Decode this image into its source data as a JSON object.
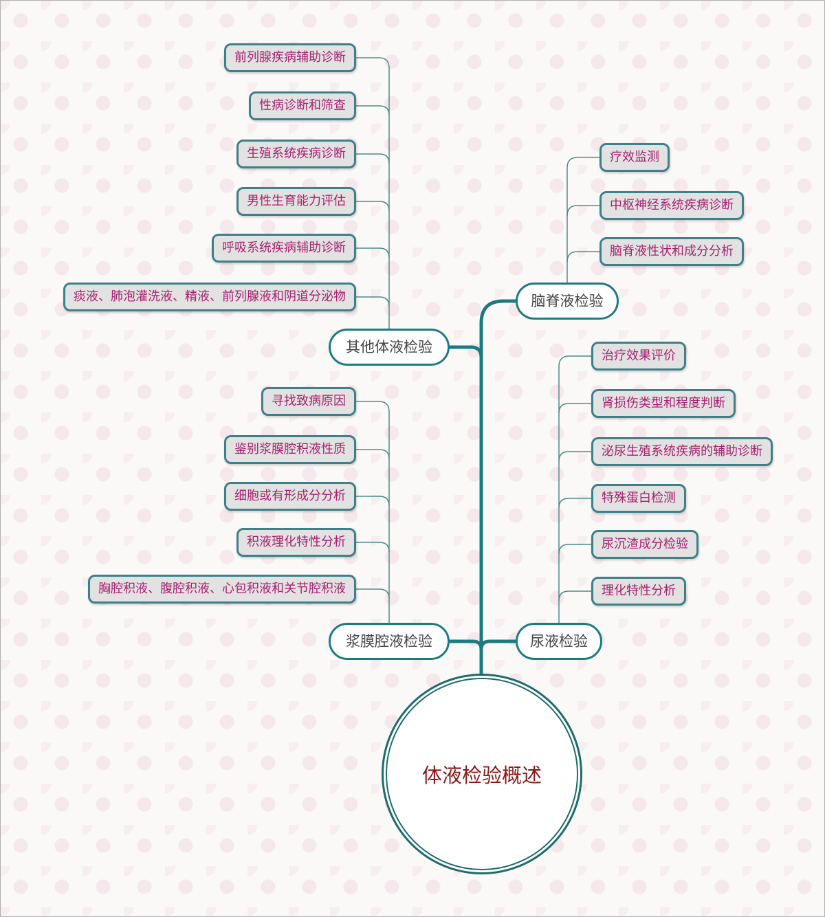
{
  "root": {
    "label": "体液检验概述"
  },
  "branches": {
    "csf": {
      "label": "脑脊液检验",
      "items": [
        "疗效监测",
        "中枢神经系统疾病诊断",
        "脑脊液性状和成分分析"
      ]
    },
    "other": {
      "label": "其他体液检验",
      "items": [
        "前列腺疾病辅助诊断",
        "性病诊断和筛查",
        "生殖系统疾病诊断",
        "男性生育能力评估",
        "呼吸系统疾病辅助诊断",
        "痰液、肺泡灌洗液、精液、前列腺液和阴道分泌物"
      ]
    },
    "urine": {
      "label": "尿液检验",
      "items": [
        "治疗效果评价",
        "肾损伤类型和程度判断",
        "泌尿生殖系统疾病的辅助诊断",
        "特殊蛋白检测",
        "尿沉渣成分检验",
        "理化特性分析"
      ]
    },
    "serous": {
      "label": "浆膜腔液检验",
      "items": [
        "寻找致病原因",
        "鉴别浆膜腔积液性质",
        "细胞或有形成分分析",
        "积液理化特性分析",
        "胸腔积液、腹腔积液、心包积液和关节腔积液"
      ]
    }
  }
}
